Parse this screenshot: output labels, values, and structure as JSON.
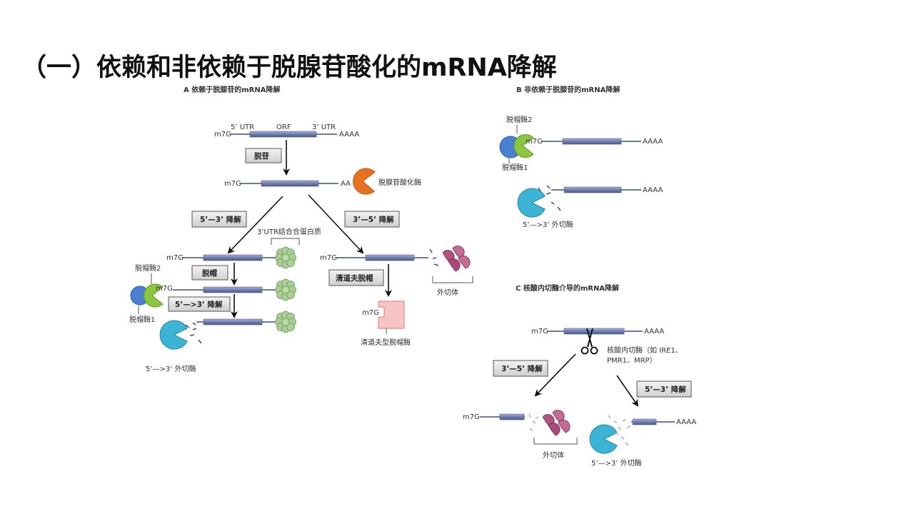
{
  "title": "（一）依赖和非依赖于脱腺苷酸化的mRNA降解",
  "panel_a": {
    "title": "A 依赖于脱腺苷的mRNA降解",
    "utr5": "5’ UTR",
    "orf": "ORF",
    "utr3": "3’ UTR",
    "m7g": "m7G",
    "aaaa": "AAAA",
    "aa": "AA",
    "step_deadenylation": "脱苷",
    "deadenylase": "脱腺苷酸化酶",
    "step_53": "5’—3’ 降解",
    "step_35": "3’—5’ 降解",
    "utr_binding_protein": "3’UTR结合合蛋白质",
    "step_decap": "脱帽",
    "decap2": "脱帽酶2",
    "decap1": "脱帽酶1",
    "step_53_arrow": "5’—>3’ 降解",
    "exonuclease": "5’—>3’ 外切酶",
    "scavenger_step": "清道夫脱帽",
    "scavenger_enzyme": "清道夫型脱帽酶",
    "exosome": "外切体"
  },
  "panel_b": {
    "title": "B 非依赖于脱腺苷的mRNA降解",
    "decap2": "脱帽酶2",
    "decap1": "脱帽酶1",
    "m7g": "m7G",
    "aaaa": "AAAA",
    "exonuclease": "5’—>3’ 外切酶"
  },
  "panel_c": {
    "title": "C 核酸内切酶介导的mRNA降解",
    "m7g": "m7G",
    "aaaa": "AAAA",
    "endonuclease_line1": "核酸内切酶（如 IRE1、",
    "endonuclease_line2": "PMR1、MRP）",
    "step_35": "3’—5’ 降解",
    "step_53": "5’—3’ 降解",
    "exosome": "外切体",
    "exonuclease": "5’—>3’ 外切酶"
  },
  "colors": {
    "mrna_bar": "#7d8ab8",
    "strand": "#3a4f80",
    "deadenylase": "#e8711f",
    "decap2": "#8cc63f",
    "decap1": "#4a7fd1",
    "exonuclease": "#3cb4d6",
    "exosome": "#b0537f",
    "binding_protein": "#9cc08a",
    "scavenger": "#f3a3a3"
  }
}
